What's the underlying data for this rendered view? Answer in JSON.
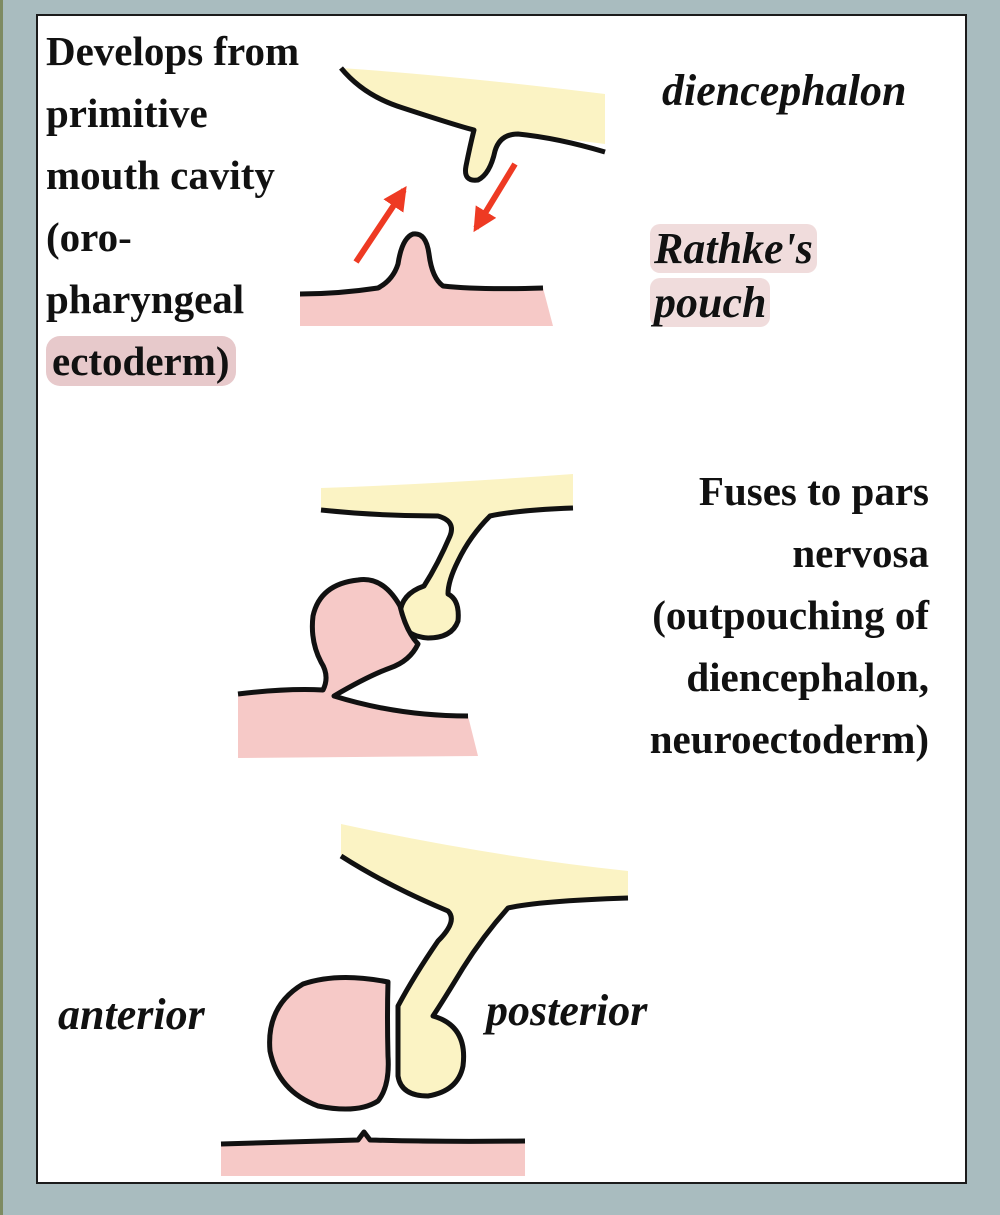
{
  "colors": {
    "background": "#a9bcbf",
    "panel": "#ffffff",
    "neural_tissue": "#fbf3c4",
    "oral_ectoderm": "#f6c9c7",
    "arrow": "#ee3a23",
    "outline": "#111111",
    "highlight": "#e7c9cb"
  },
  "stage1": {
    "description_lines": [
      "Develops from",
      "primitive",
      "mouth cavity",
      "(oro-",
      "pharyngeal",
      "ectoderm)"
    ],
    "label_diencephalon": "diencephalon",
    "label_rathke_line1": "Rathke's",
    "label_rathke_line2": "pouch"
  },
  "stage2": {
    "description_lines": [
      "Fuses to pars",
      "nervosa",
      "(outpouching of",
      "diencephalon,",
      "neuroectoderm)"
    ]
  },
  "stage3": {
    "label_anterior": "anterior",
    "label_posterior": "posterior"
  }
}
